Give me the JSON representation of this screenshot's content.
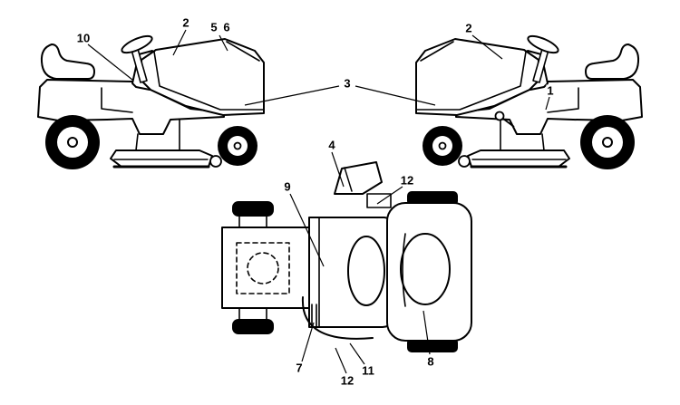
{
  "colors": {
    "background": "#ffffff",
    "line": "#000000"
  },
  "figure": {
    "callouts": {
      "left_view": [
        "10",
        "2",
        "5",
        "6"
      ],
      "shared": [
        "3"
      ],
      "right_view": [
        "2",
        "1"
      ],
      "top_view": [
        "4",
        "9",
        "12",
        "7",
        "12",
        "11",
        "8"
      ]
    }
  }
}
